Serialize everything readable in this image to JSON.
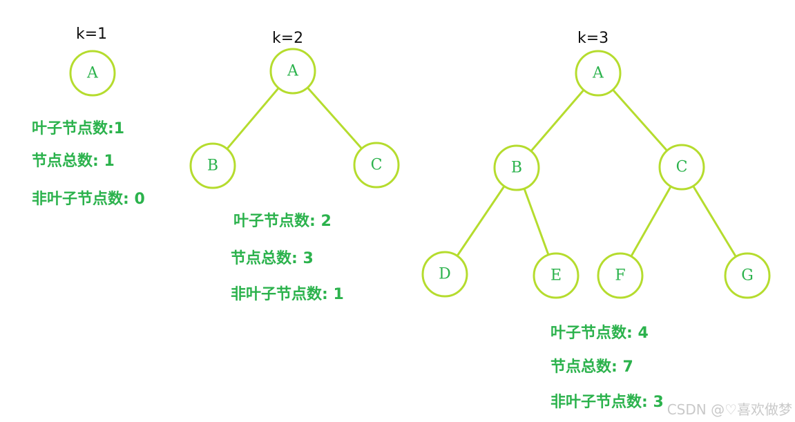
{
  "colors": {
    "node_stroke": "#b5dc2e",
    "edge": "#b5dc2e",
    "node_text": "#2bb24c",
    "stat_text": "#2bb24c",
    "title_text": "#111111"
  },
  "trees": [
    {
      "title": "k=1",
      "nodes": [
        {
          "id": "A",
          "label": "A"
        }
      ],
      "edges": [],
      "stats": [
        "叶子节点数:1",
        "节点总数: 1",
        "非叶子节点数: 0"
      ]
    },
    {
      "title": "k=2",
      "nodes": [
        {
          "id": "A",
          "label": "A"
        },
        {
          "id": "B",
          "label": "B"
        },
        {
          "id": "C",
          "label": "C"
        }
      ],
      "edges": [
        [
          "A",
          "B"
        ],
        [
          "A",
          "C"
        ]
      ],
      "stats": [
        "叶子节点数: 2",
        "节点总数: 3",
        "非叶子节点数: 1"
      ]
    },
    {
      "title": "k=3",
      "nodes": [
        {
          "id": "A",
          "label": "A"
        },
        {
          "id": "B",
          "label": "B"
        },
        {
          "id": "C",
          "label": "C"
        },
        {
          "id": "D",
          "label": "D"
        },
        {
          "id": "E",
          "label": "E"
        },
        {
          "id": "F",
          "label": "F"
        },
        {
          "id": "G",
          "label": "G"
        }
      ],
      "edges": [
        [
          "A",
          "B"
        ],
        [
          "A",
          "C"
        ],
        [
          "B",
          "D"
        ],
        [
          "B",
          "E"
        ],
        [
          "C",
          "F"
        ],
        [
          "C",
          "G"
        ]
      ],
      "stats": [
        "叶子节点数: 4",
        "节点总数: 7",
        "非叶子节点数: 3"
      ]
    }
  ],
  "watermark": "CSDN @♡喜欢做梦"
}
